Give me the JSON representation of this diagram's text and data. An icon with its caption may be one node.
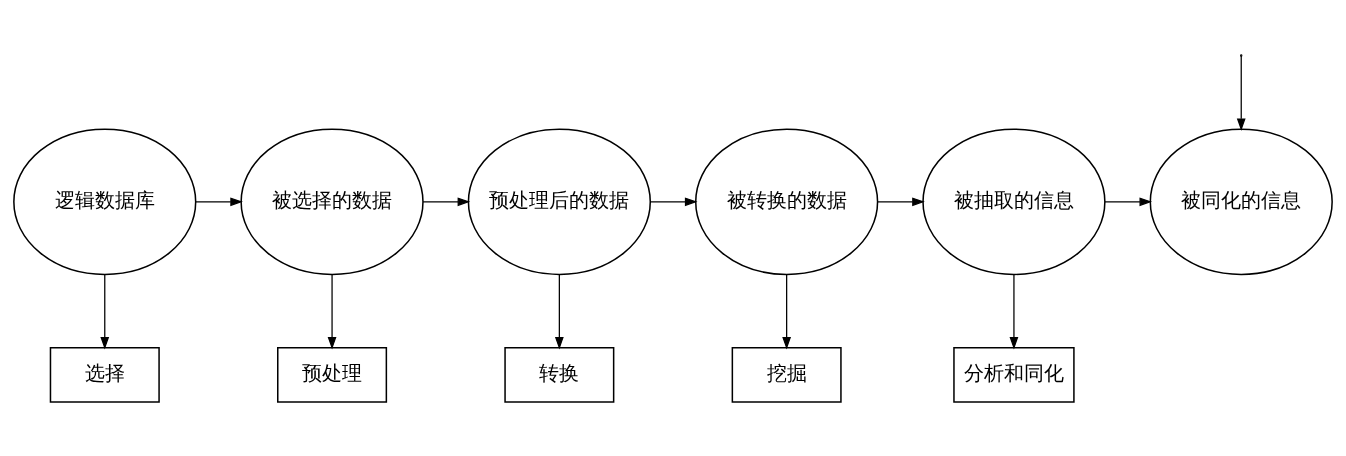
{
  "diagram": {
    "nodes": [
      {
        "text": [
          "逻辑数据库"
        ]
      },
      {
        "text": [
          "被选择的数据"
        ]
      },
      {
        "text": [
          "预处理后的数据"
        ]
      },
      {
        "text": [
          "被转换的数据"
        ]
      },
      {
        "text": [
          "被抽取的信息"
        ]
      },
      {
        "text": [
          "被同化的信息"
        ]
      },
      {
        "text": [
          "选择"
        ]
      },
      {
        "text": [
          "预处理"
        ]
      },
      {
        "text": [
          "转换"
        ]
      },
      {
        "text": [
          "挖掘"
        ]
      },
      {
        "text": [
          "分析和同化"
        ]
      }
    ],
    "edges": [
      {
        "from": 0,
        "to": 1,
        "arrow": "to"
      },
      {
        "from": 1,
        "to": 2,
        "arrow": "to"
      },
      {
        "from": 2,
        "to": 3,
        "arrow": "to"
      },
      {
        "from": 3,
        "to": 4,
        "arrow": "to"
      },
      {
        "from": 4,
        "to": 5,
        "arrow": "to"
      },
      {
        "from": 0,
        "to": 6,
        "arrow": "to"
      },
      {
        "from": 1,
        "to": 7,
        "arrow": "to"
      },
      {
        "from": 2,
        "to": 8,
        "arrow": "to"
      },
      {
        "from": 3,
        "to": 9,
        "arrow": "to"
      },
      {
        "from": 4,
        "to": 10,
        "arrow": "to"
      },
      {
        "from": null,
        "to": 5,
        "arrow": "to"
      }
    ]
  }
}
